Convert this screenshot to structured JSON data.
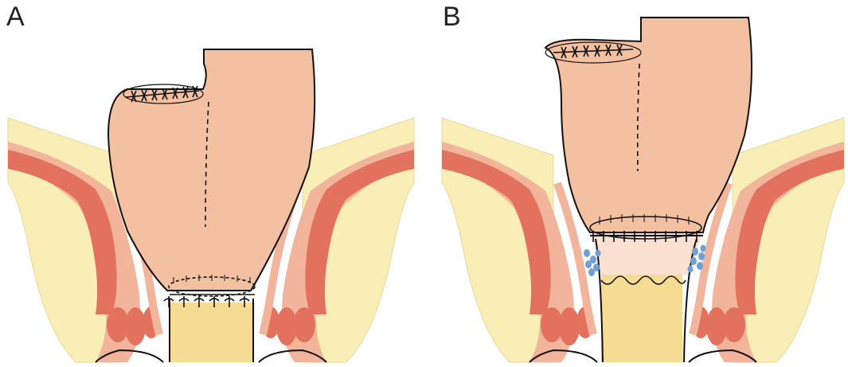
{
  "panels": [
    {
      "id": "A",
      "label": "A"
    },
    {
      "id": "B",
      "label": "B"
    }
  ],
  "colors": {
    "background": "#ffffff",
    "fat": "#f8eeb6",
    "fat_dark": "#f3e28e",
    "muscle": "#e2725e",
    "muscle_light": "#f2b59c",
    "mucosa": "#f5c2a8",
    "colon": "#f4c0a2",
    "skin_channel": "#f6dc92",
    "hemorrhoid": "#6e9fd6",
    "outline": "#111111"
  }
}
